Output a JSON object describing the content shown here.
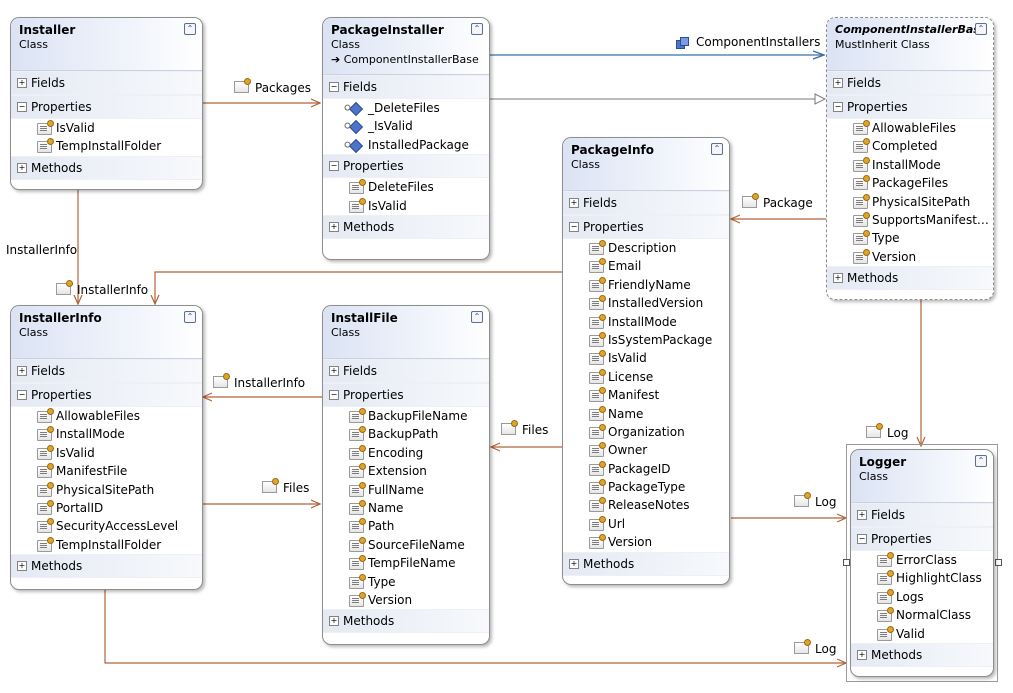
{
  "classes": {
    "installer": {
      "name": "Installer",
      "kind": "Class",
      "base": "",
      "fields_label": "Fields",
      "properties_label": "Properties",
      "methods_label": "Methods",
      "fields": [],
      "properties": [
        "IsValid",
        "TempInstallFolder"
      ]
    },
    "package_installer": {
      "name": "PackageInstaller",
      "kind": "Class",
      "base": "➔ ComponentInstallerBase",
      "fields_label": "Fields",
      "properties_label": "Properties",
      "methods_label": "Methods",
      "fields": [
        "_DeleteFiles",
        "_IsValid",
        "InstalledPackage"
      ],
      "properties": [
        "DeleteFiles",
        "IsValid"
      ]
    },
    "component_installer_base": {
      "name": "ComponentInstallerBase",
      "kind": "MustInherit Class",
      "base": "",
      "fields_label": "Fields",
      "properties_label": "Properties",
      "methods_label": "Methods",
      "fields": [],
      "properties": [
        "AllowableFiles",
        "Completed",
        "InstallMode",
        "PackageFiles",
        "PhysicalSitePath",
        "SupportsManifestO...",
        "Type",
        "Version"
      ]
    },
    "package_info": {
      "name": "PackageInfo",
      "kind": "Class",
      "base": "",
      "fields_label": "Fields",
      "properties_label": "Properties",
      "methods_label": "Methods",
      "fields": [],
      "properties": [
        "Description",
        "Email",
        "FriendlyName",
        "InstalledVersion",
        "InstallMode",
        "IsSystemPackage",
        "IsValid",
        "License",
        "Manifest",
        "Name",
        "Organization",
        "Owner",
        "PackageID",
        "PackageType",
        "ReleaseNotes",
        "Url",
        "Version"
      ]
    },
    "installer_info": {
      "name": "InstallerInfo",
      "kind": "Class",
      "base": "",
      "fields_label": "Fields",
      "properties_label": "Properties",
      "methods_label": "Methods",
      "fields": [],
      "properties": [
        "AllowableFiles",
        "InstallMode",
        "IsValid",
        "ManifestFile",
        "PhysicalSitePath",
        "PortalID",
        "SecurityAccessLevel",
        "TempInstallFolder"
      ]
    },
    "install_file": {
      "name": "InstallFile",
      "kind": "Class",
      "base": "",
      "fields_label": "Fields",
      "properties_label": "Properties",
      "methods_label": "Methods",
      "fields": [],
      "properties": [
        "BackupFileName",
        "BackupPath",
        "Encoding",
        "Extension",
        "FullName",
        "Name",
        "Path",
        "SourceFileName",
        "TempFileName",
        "Type",
        "Version"
      ]
    },
    "logger": {
      "name": "Logger",
      "kind": "Class",
      "base": "",
      "fields_label": "Fields",
      "properties_label": "Properties",
      "methods_label": "Methods",
      "fields": [],
      "properties": [
        "ErrorClass",
        "HighlightClass",
        "Logs",
        "NormalClass",
        "Valid"
      ]
    }
  },
  "associations": {
    "packages": "Packages",
    "component_installers": "ComponentInstallers",
    "package": "Package",
    "installer_info_left": "InstallerInfo",
    "installer_info_top": "InstallerInfo",
    "installer_info_mid": "InstallerInfo",
    "files_left": "Files",
    "files_right": "Files",
    "log_base": "Log",
    "log_package": "Log",
    "log_bottom": "Log"
  }
}
